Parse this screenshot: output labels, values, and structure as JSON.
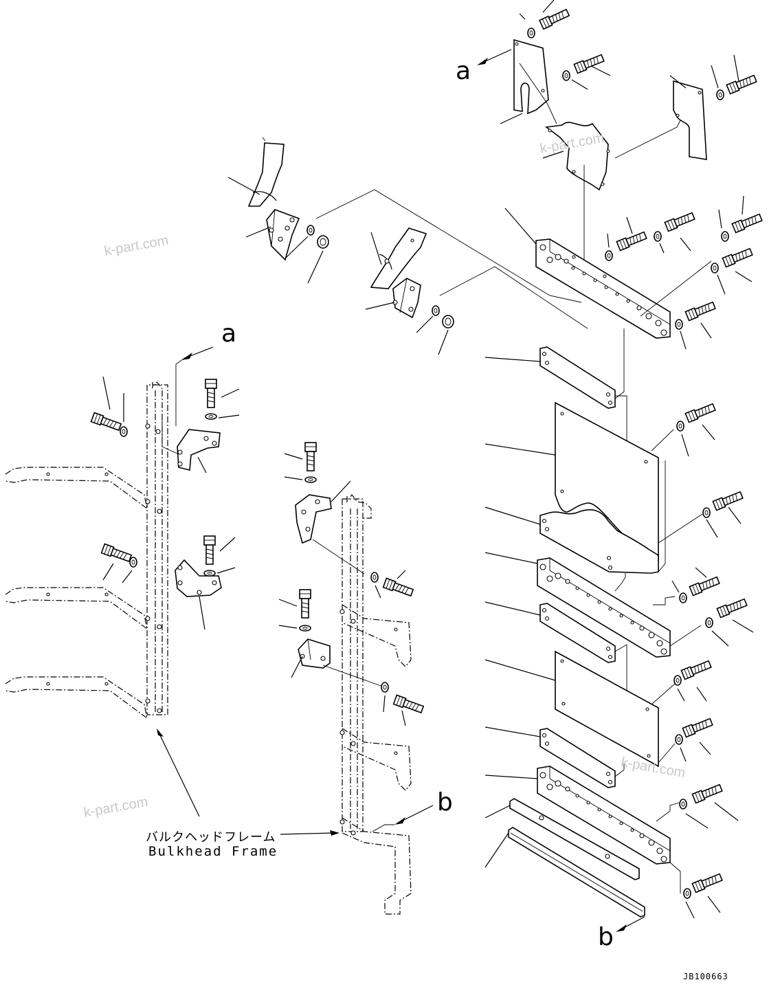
{
  "reference_labels": {
    "a_top": "a",
    "a_left": "a",
    "b_middle": "b",
    "b_bottom": "b"
  },
  "frame_label": {
    "japanese": "バルクヘッドフレーム",
    "english": "Bulkhead Frame"
  },
  "drawing_code": "JB100663",
  "watermarks": [
    "k-part.com",
    "k-part.com",
    "k-part.com",
    "k-part.com"
  ]
}
